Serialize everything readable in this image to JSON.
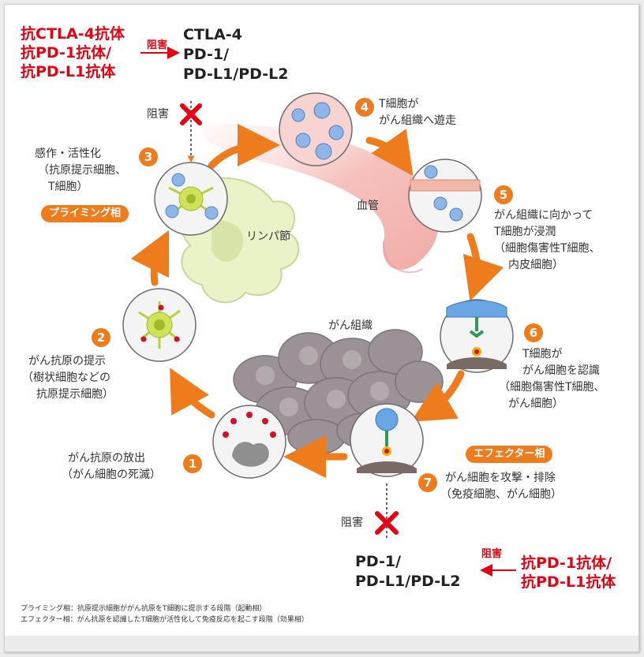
{
  "top_block": {
    "drugs": [
      "抗CTLA-4抗体",
      "抗PD-1抗体/",
      "抗PD-L1抗体"
    ],
    "inhibit": "阻害",
    "targets": [
      "CTLA-4",
      "PD-1/",
      "PD-L1/PD-L2"
    ]
  },
  "bottom_block": {
    "targets": [
      "PD-1/",
      "PD-L1/PD-L2"
    ],
    "inhibit": "阻害",
    "drugs": [
      "抗PD-1抗体/",
      "抗PD-L1抗体"
    ]
  },
  "x_marks": [
    {
      "label": "阻害"
    },
    {
      "label": "阻害"
    }
  ],
  "anatomy": {
    "blood_vessel": "血管",
    "lymph_node": "リンパ節",
    "tumor": "がん組織"
  },
  "steps": [
    {
      "num": "1",
      "lines": [
        "がん抗原の放出",
        "（がん細胞の死滅）"
      ]
    },
    {
      "num": "2",
      "lines": [
        "がん抗原の提示",
        "（樹状細胞などの",
        "抗原提示細胞）"
      ]
    },
    {
      "num": "3",
      "lines": [
        "感作・活性化",
        "（抗原提示細胞、",
        "T細胞）"
      ]
    },
    {
      "num": "4",
      "lines": [
        "T細胞が",
        "がん組織へ遊走"
      ]
    },
    {
      "num": "5",
      "lines": [
        "がん組織に向かって",
        "T細胞が浸潤",
        "（細胞傷害性T細胞、",
        "内皮細胞）"
      ]
    },
    {
      "num": "6",
      "lines": [
        "T細胞が",
        "がん細胞を認識",
        "（細胞傷害性T細胞、",
        "がん細胞）"
      ]
    },
    {
      "num": "7",
      "lines": [
        "がん細胞を攻撃・排除",
        "（免疫細胞、がん細胞）"
      ]
    }
  ],
  "phases": {
    "priming": "プライミング相",
    "effector": "エフェクター相"
  },
  "footnotes": [
    "プライミング相：抗原提示細胞ががん抗原をT細胞に提示する段階（起動相）",
    "エフェクター相：がん抗原を認識したT細胞が活性化して免疫反応を起こす段階（効果相）"
  ],
  "colors": {
    "accent_orange": "#ee7b1c",
    "alert_red": "#e60012",
    "vessel_pink": "#f4b6b2",
    "lymph_green": "#eaf2c8",
    "tumor_gray": "#9a9296"
  }
}
